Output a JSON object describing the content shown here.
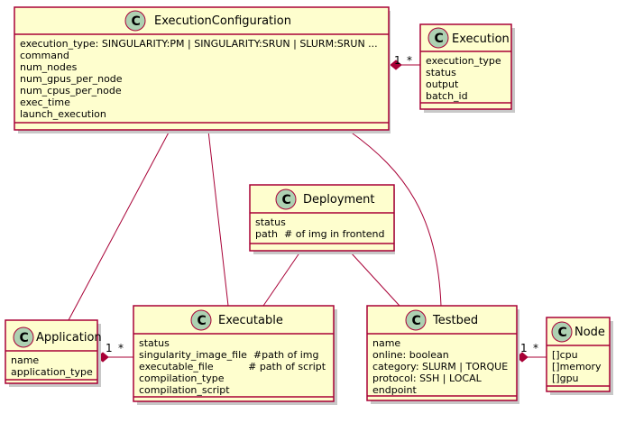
{
  "classes": {
    "execution_configuration": {
      "name": "ExecutionConfiguration",
      "attributes": [
        "execution_type: SINGULARITY:PM | SINGULARITY:SRUN | SLURM:SRUN ...",
        "command",
        "num_nodes",
        "num_gpus_per_node",
        "num_cpus_per_node",
        "exec_time",
        "launch_execution"
      ]
    },
    "execution": {
      "name": "Execution",
      "attributes": [
        "execution_type",
        "status",
        "output",
        "batch_id"
      ]
    },
    "deployment": {
      "name": "Deployment",
      "attributes": [
        "status",
        "path  # of img in frontend"
      ]
    },
    "application": {
      "name": "Application",
      "attributes": [
        "name",
        "application_type"
      ]
    },
    "executable": {
      "name": "Executable",
      "attributes": [
        "status",
        "singularity_image_file  #path of img",
        "executable_file           # path of script",
        "compilation_type",
        "compilation_script"
      ]
    },
    "testbed": {
      "name": "Testbed",
      "attributes": [
        "name",
        "online: boolean",
        "category: SLURM | TORQUE",
        "protocol: SSH | LOCAL",
        "endpoint"
      ]
    },
    "node": {
      "name": "Node",
      "attributes": [
        "[]cpu",
        "[]memory",
        "[]gpu"
      ]
    }
  },
  "class_icon_letter": "C",
  "multiplicities": {
    "config_execution": {
      "one": "1",
      "many": "*"
    },
    "application_executable": {
      "one": "1",
      "many": "*"
    },
    "testbed_node": {
      "one": "1",
      "many": "*"
    }
  },
  "colors": {
    "class_fill": "#FEFECE",
    "border": "#A80036",
    "icon_fill": "#ADD1B2"
  }
}
